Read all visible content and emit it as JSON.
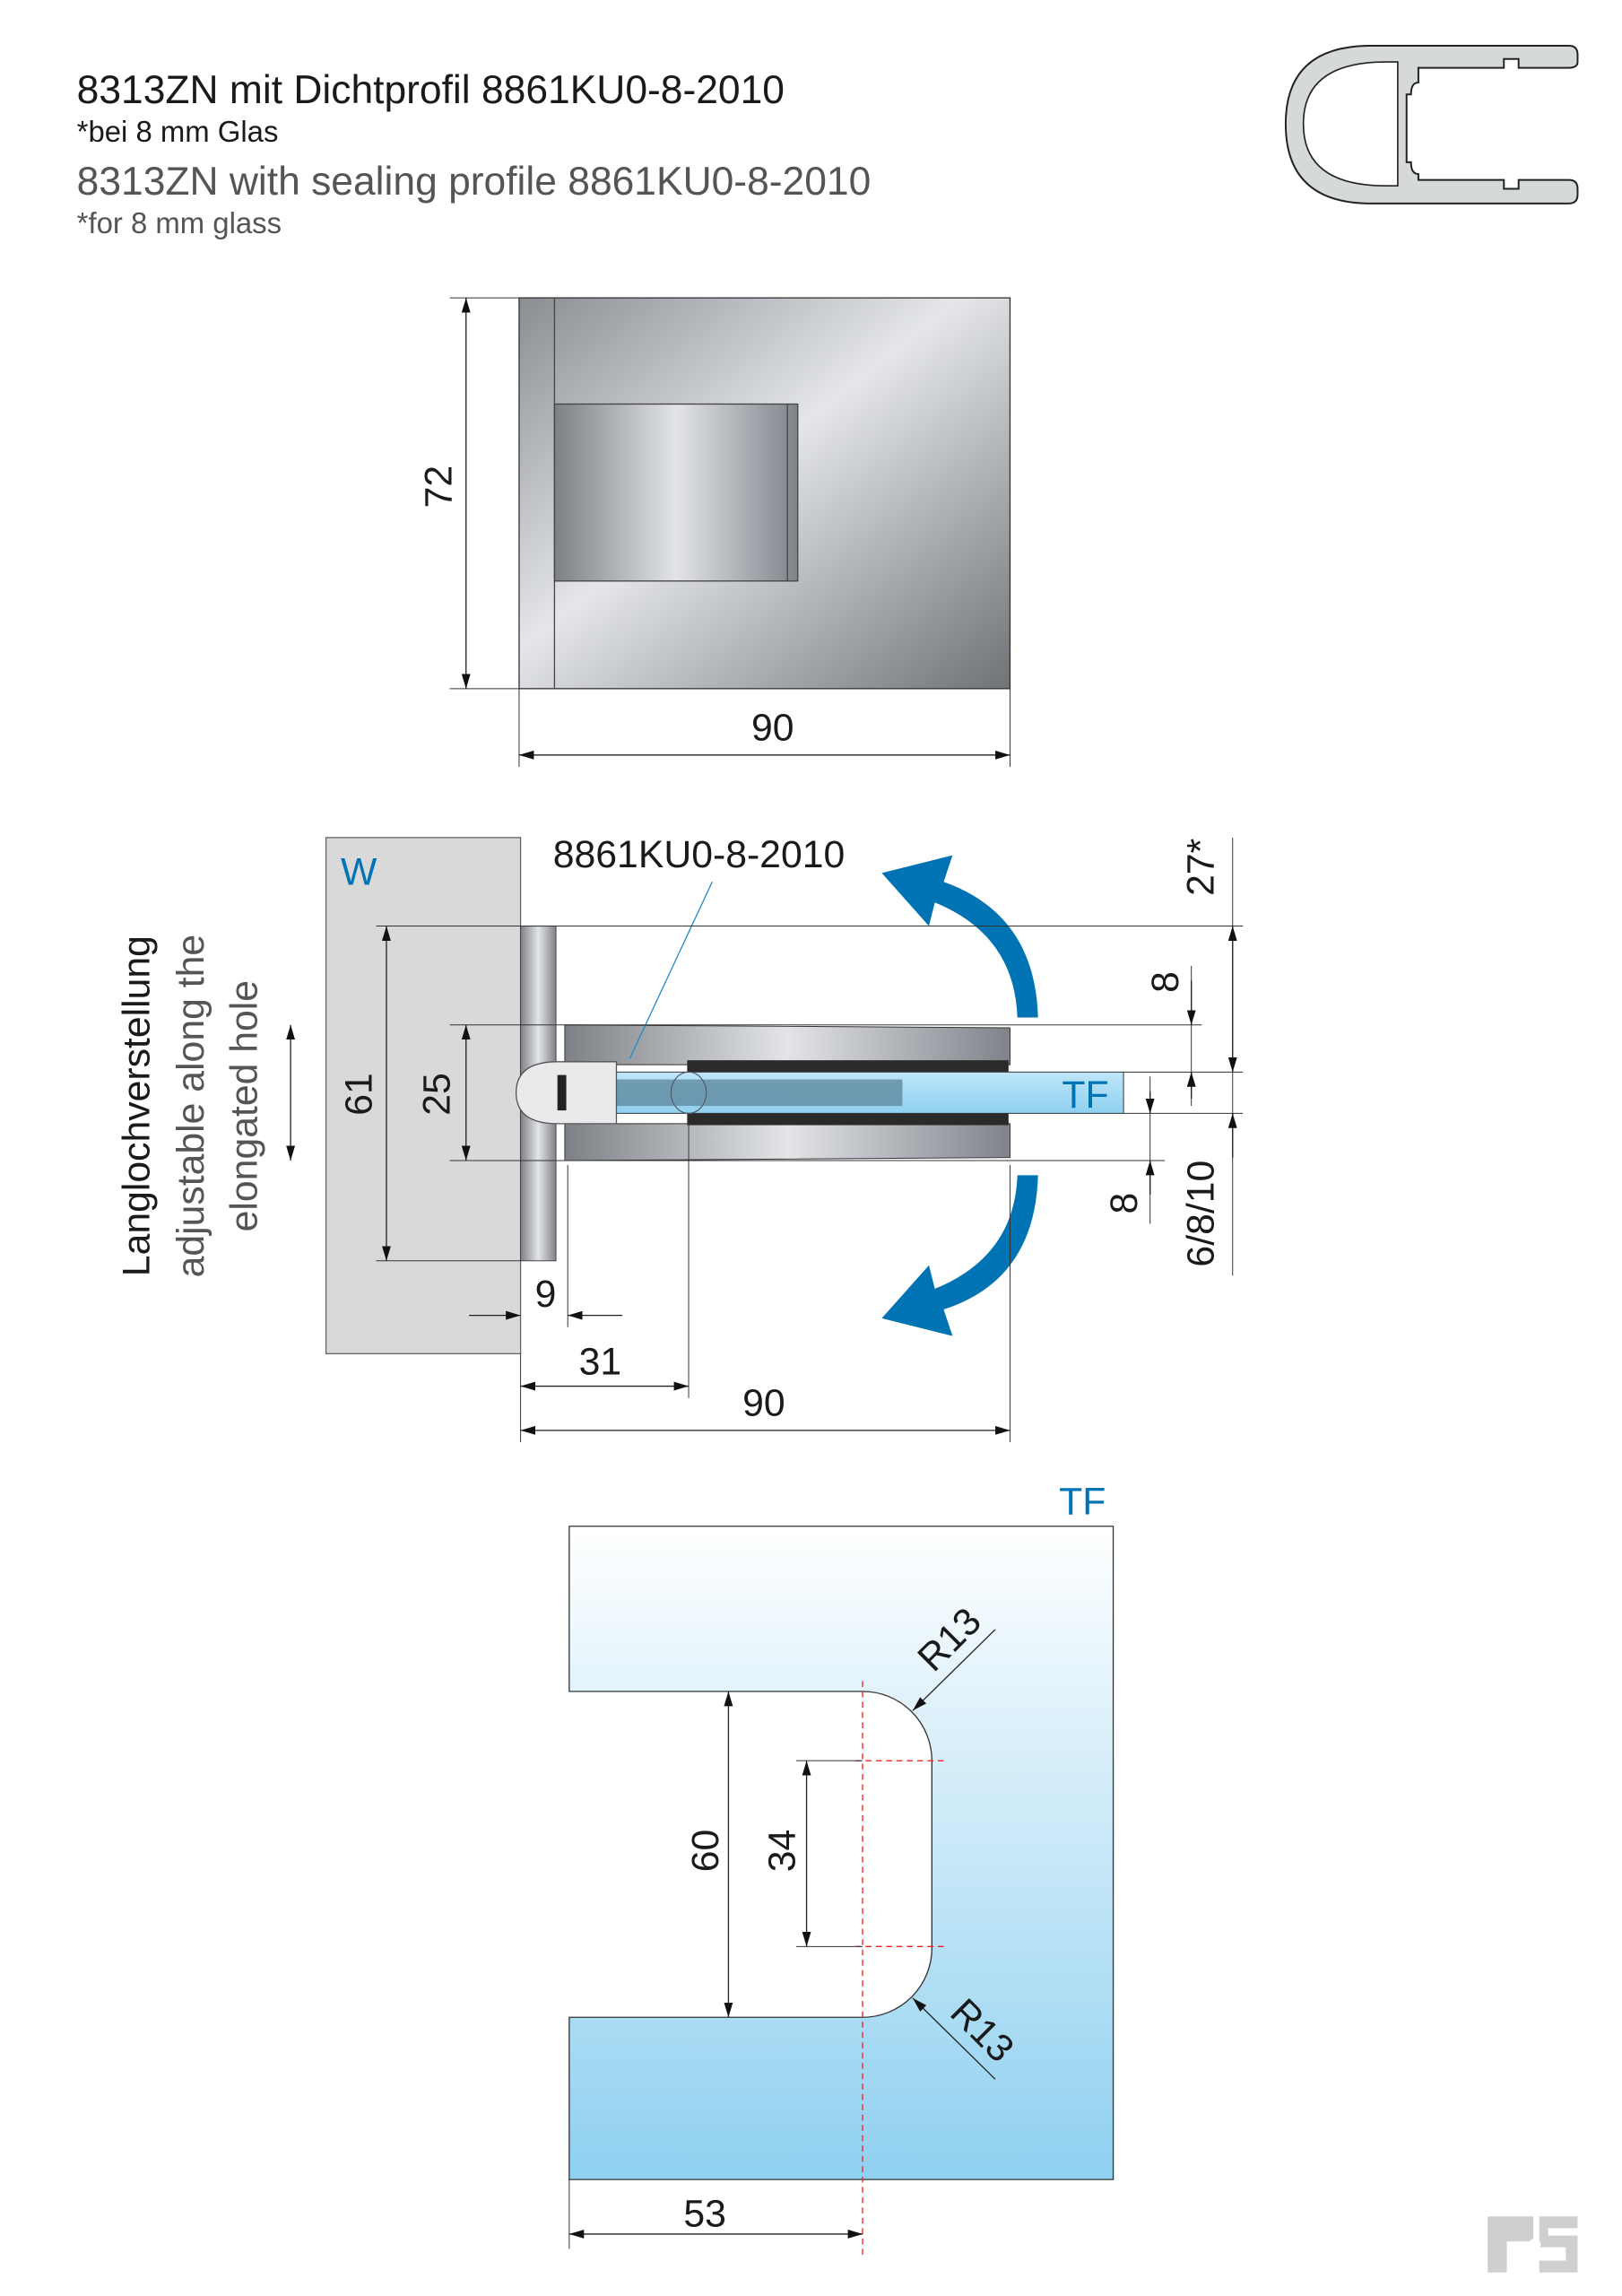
{
  "header": {
    "title_de": "8313ZN mit Dichtprofil 8861KU0-8-2010",
    "note_de": "*bei 8 mm Glas",
    "title_en": "8313ZN with sealing profile 8861KU0-8-2010",
    "note_en": "*for 8 mm glass"
  },
  "front_view": {
    "height": "72",
    "width": "90"
  },
  "section_view": {
    "wall_label": "W",
    "glass_label": "TF",
    "profile_callout": "8861KU0-8-2010",
    "dim_61": "61",
    "dim_25": "25",
    "dim_9": "9",
    "dim_31": "31",
    "dim_90": "90",
    "dim_27": "27*",
    "dim_8_top": "8",
    "dim_8_bottom": "8",
    "dim_glass": "6/8/10",
    "adjust_de": "Langlochverstellung",
    "adjust_en_1": "adjustable along the",
    "adjust_en_2": "elongated hole"
  },
  "cutout_view": {
    "glass_label": "TF",
    "dim_60": "60",
    "dim_34": "34",
    "dim_53": "53",
    "radius_top": "R13",
    "radius_bottom": "R13"
  },
  "logo": {
    "text": "RS"
  },
  "colors": {
    "accent": "#0073b5",
    "glass": "#8fd0f0",
    "wall": "#d9d9d9"
  }
}
